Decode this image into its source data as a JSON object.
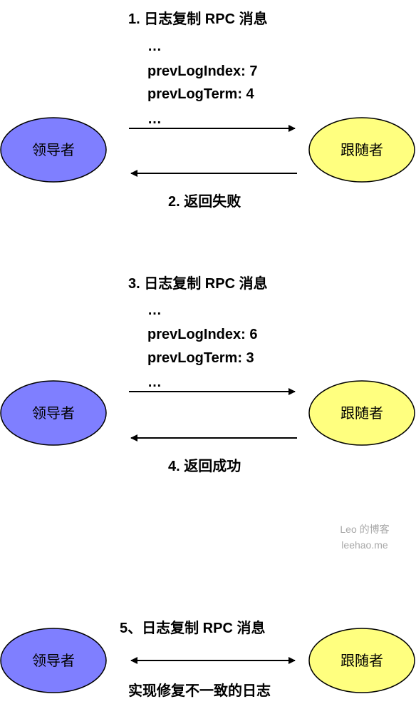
{
  "nodes": {
    "leader": "领导者",
    "follower": "跟随者"
  },
  "scene1": {
    "request_title": "1. 日志复制 RPC 消息",
    "request_lines": [
      "…",
      "prevLogIndex: 7",
      "prevLogTerm: 4",
      "…"
    ],
    "response": "2. 返回失败"
  },
  "scene2": {
    "request_title": "3. 日志复制 RPC 消息",
    "request_lines": [
      "…",
      "prevLogIndex: 6",
      "prevLogTerm: 3",
      "…"
    ],
    "response": "4. 返回成功"
  },
  "scene3": {
    "request_title": "5、日志复制 RPC 消息",
    "result": "实现修复不一致的日志"
  },
  "watermark": {
    "line1": "Leo 的博客",
    "line2": "leehao.me"
  },
  "colors": {
    "leader_fill": "#7f7fff",
    "follower_fill": "#ffff7f",
    "stroke": "#000000"
  }
}
